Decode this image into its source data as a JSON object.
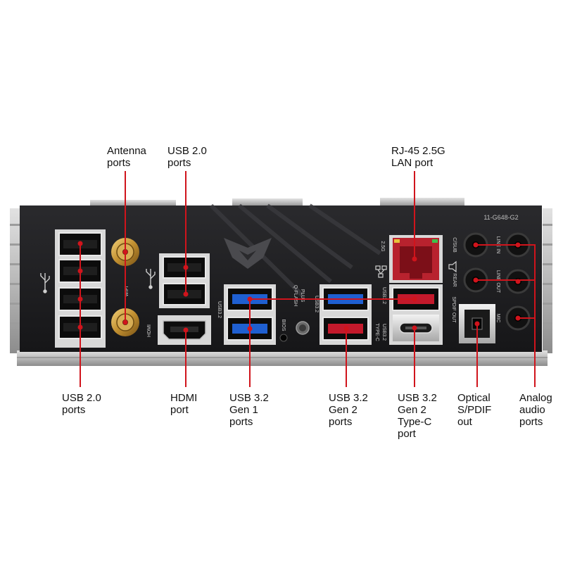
{
  "colors": {
    "callout": "#d0141c",
    "panel": "#1c1c1e",
    "usb2": "#111111",
    "usb3_gen1": "#1f5fd0",
    "usb3_gen2": "#c3192b",
    "lan": "#b8222e",
    "antenna": "#c69a3e"
  },
  "callouts": {
    "antenna": [
      "Antenna",
      "ports"
    ],
    "usb20_top": [
      "USB 2.0",
      "ports"
    ],
    "rj45": [
      "RJ-45 2.5G",
      "LAN port"
    ],
    "usb20_bottom": [
      "USB 2.0",
      "ports"
    ],
    "hdmi": [
      "HDMI",
      "port"
    ],
    "usb32_gen1": [
      "USB 3.2",
      "Gen 1",
      "ports"
    ],
    "usb32_gen2": [
      "USB 3.2",
      "Gen 2",
      "ports"
    ],
    "usb32_typec": [
      "USB 3.2",
      "Gen 2",
      "Type-C",
      "port"
    ],
    "optical": [
      "Optical",
      "S/PDIF",
      "out"
    ],
    "analog": [
      "Analog",
      "audio",
      "ports"
    ]
  },
  "panel_text": {
    "model": "11-G648-G2",
    "wifi": "WIFI",
    "hdmi": "HDMI",
    "usb32_a": "USB3.2",
    "bios": "BIOS",
    "qflash": "Q-FLASH",
    "plus": "PLUS",
    "usb32_b": "USB3.2",
    "usb32_c": "USB3.2",
    "typec": "TYPE-C",
    "usb32_d": "USB3.2",
    "lan_speed": "2.5G",
    "spdif_out": "SPDIF OUT",
    "csub": "C/SUB",
    "rear": "REAR",
    "line_in": "LINE IN",
    "line_out": "LINE OUT",
    "mic": "MIC"
  },
  "icons": [
    "usb-trident-icon",
    "gigabyte-aorus-eagle-logo",
    "network-icon",
    "speaker-icon"
  ]
}
